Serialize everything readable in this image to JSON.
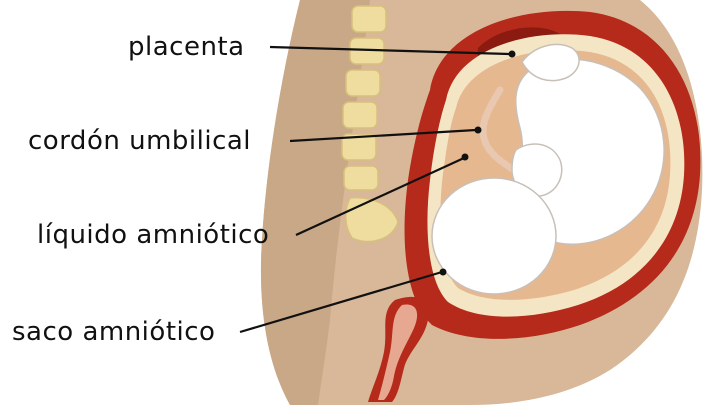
{
  "labels": {
    "placenta": "placenta",
    "cordon_umbilical": "cordón umbilical",
    "liquido_amniotico": "líquido amniótico",
    "saco_amniotico": "saco amniótico"
  },
  "colors": {
    "skin": "#d8b898",
    "skin_dark": "#b89878",
    "spine": "#eedd9e",
    "uterus_wall": "#b52a1a",
    "placenta": "#8b1a10",
    "amniotic_fluid": "#e6b890",
    "amniotic_sac": "#f4e6c4",
    "fetus": "#ffffff",
    "fetus_outline": "#c8c0b8",
    "leader_line": "#111111"
  }
}
